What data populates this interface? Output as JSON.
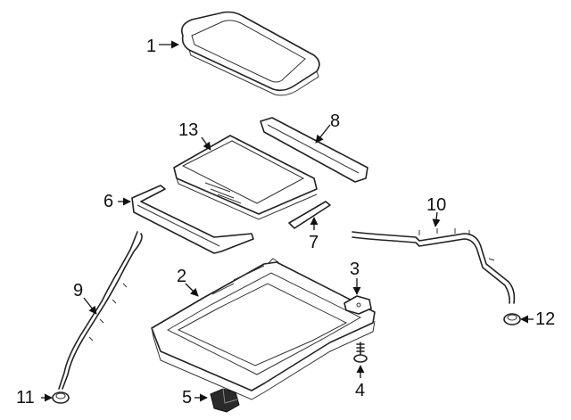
{
  "callouts": [
    {
      "id": "1",
      "label": "1"
    },
    {
      "id": "2",
      "label": "2"
    },
    {
      "id": "3",
      "label": "3"
    },
    {
      "id": "4",
      "label": "4"
    },
    {
      "id": "5",
      "label": "5"
    },
    {
      "id": "6",
      "label": "6"
    },
    {
      "id": "7",
      "label": "7"
    },
    {
      "id": "8",
      "label": "8"
    },
    {
      "id": "9",
      "label": "9"
    },
    {
      "id": "10",
      "label": "10"
    },
    {
      "id": "11",
      "label": "11"
    },
    {
      "id": "12",
      "label": "12"
    },
    {
      "id": "13",
      "label": "13"
    }
  ],
  "colors": {
    "line": "#222222",
    "background": "#ffffff"
  }
}
